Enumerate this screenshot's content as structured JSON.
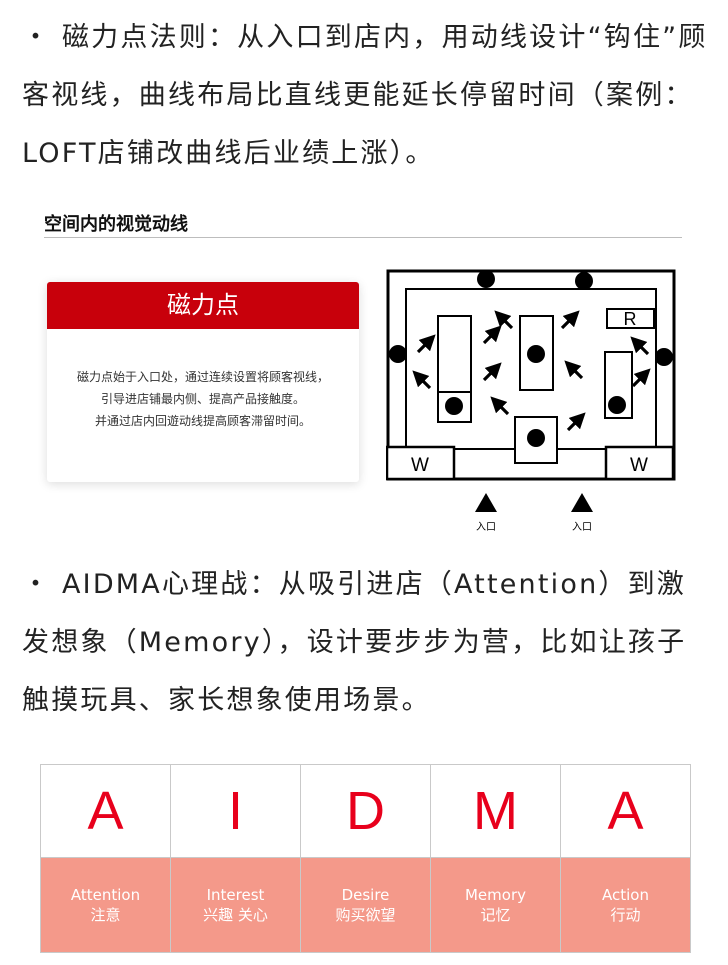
{
  "paragraph1": "・ 磁力点法则：从入口到店内，用动线设计“钩住”顾客视线，曲线布局比直线更能延长停留时间（案例：LOFT店铺改曲线后业绩上涨）。",
  "figure1": {
    "title": "空间内的视觉动线",
    "card": {
      "heading": "磁力点",
      "lines": [
        "磁力点始于入口处，通过连续设置将顾客视线，",
        "引导进店铺最内侧、提高产品接触度。",
        "并通过店内回遊动线提高顾客滞留时间。"
      ]
    },
    "plan": {
      "shelf_r": "R",
      "shelf_w_left": "W",
      "shelf_w_right": "W",
      "entrance_left": "入口",
      "entrance_right": "入口"
    }
  },
  "paragraph2": "・ AIDMA心理战：从吸引进店（Attention）到激发想象（Memory），设计要步步为营，比如让孩子触摸玩具、家长想象使用场景。",
  "aidma": {
    "letters": [
      "A",
      "I",
      "D",
      "M",
      "A"
    ],
    "labels_en": [
      "Attention",
      "Interest",
      "Desire",
      "Memory",
      "Action"
    ],
    "labels_zh": [
      "注意",
      "兴趣 关心",
      "购买欲望",
      "记忆",
      "行动"
    ],
    "colors": {
      "letter": "#e8001c",
      "band": "#f4998a"
    }
  }
}
